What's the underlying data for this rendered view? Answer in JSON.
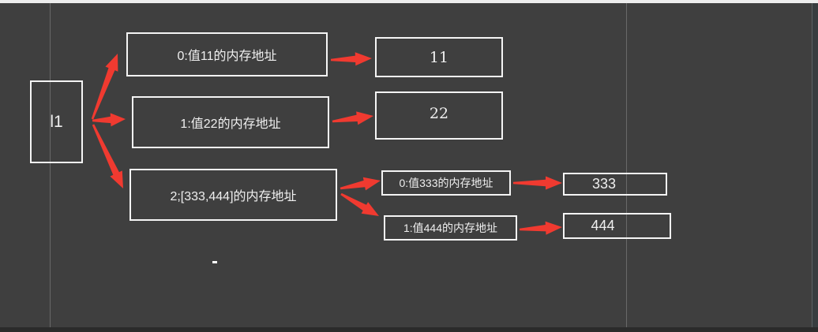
{
  "colors": {
    "background": "#3f3f3f",
    "arrow": "#f03a30",
    "box_border": "#f5f5f5",
    "text": "#efefef",
    "guide_line": "#8a8a8a",
    "top_strip": "#ededed",
    "bottom_strip": "#2b2b2b",
    "right_band": "#383d3f"
  },
  "diagram": {
    "root_label": "l1",
    "items": [
      {
        "label": "0:值11的内存地址",
        "value": "11"
      },
      {
        "label": "1:值22的内存地址",
        "value": "22"
      },
      {
        "label": "2;[333,444]的内存地址",
        "children": [
          {
            "label": "0:值333的内存地址",
            "value": "333"
          },
          {
            "label": "1:值444的内存地址",
            "value": "444"
          }
        ]
      }
    ],
    "stray_mark": "-"
  }
}
